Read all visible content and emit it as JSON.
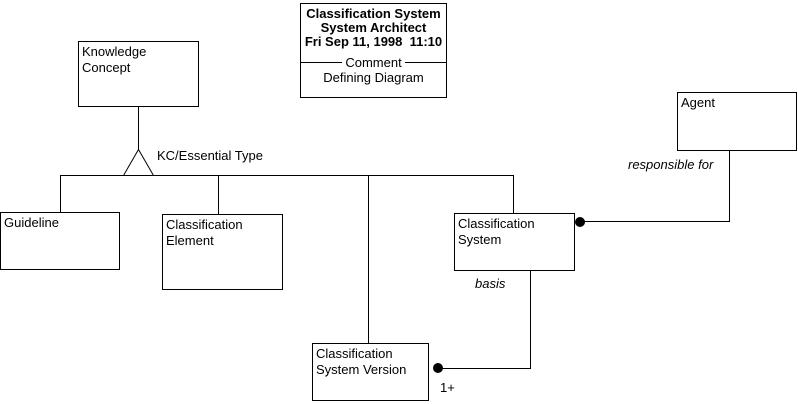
{
  "diagram": {
    "title_block": {
      "title": "Classification System",
      "tool": "System Architect",
      "timestamp": "Fri Sep 11, 1998  11:10",
      "divider_label": "Comment",
      "description": "Defining Diagram"
    },
    "nodes": {
      "knowledge_concept": {
        "label": "Knowledge\nConcept"
      },
      "guideline": {
        "label": "Guideline"
      },
      "classification_element": {
        "label": "Classification\nElement"
      },
      "classification_system": {
        "label": "Classification\nSystem"
      },
      "classification_system_version": {
        "label": "Classification\nSystem Version"
      },
      "agent": {
        "label": "Agent"
      }
    },
    "relation_labels": {
      "subtype": "KC/Essential Type",
      "responsible_for": "responsible for",
      "basis": "basis",
      "cardinality": "1+"
    },
    "colors": {
      "line": "#000000",
      "text": "#000000",
      "background": "#ffffff"
    }
  }
}
